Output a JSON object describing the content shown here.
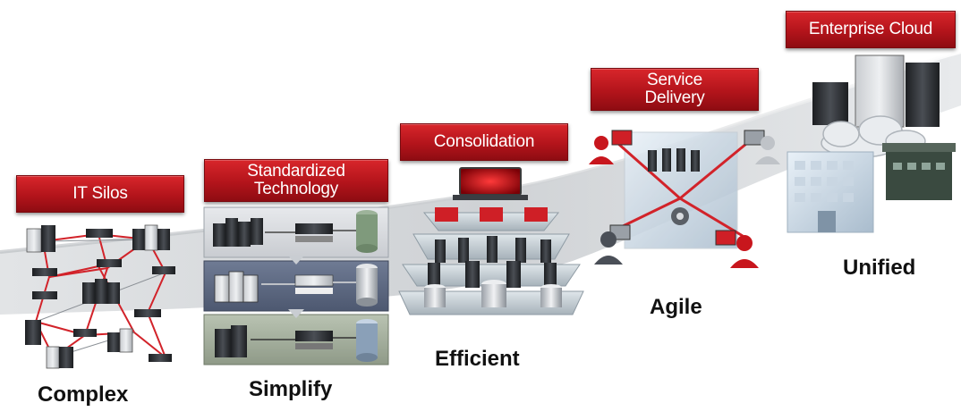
{
  "stages": [
    {
      "label": "IT Silos",
      "outcome": "Complex",
      "color": "#c0161d"
    },
    {
      "label": "Standardized\nTechnology",
      "outcome": "Simplify",
      "color": "#c0161d"
    },
    {
      "label": "Consolidation",
      "outcome": "Efficient",
      "color": "#c0161d"
    },
    {
      "label": "Service\nDelivery",
      "outcome": "Agile",
      "color": "#c0161d"
    },
    {
      "label": "Enterprise Cloud",
      "outcome": "Unified",
      "color": "#c0161d"
    }
  ],
  "colors": {
    "label_red": "#c0161d",
    "connector_red": "#d2232a",
    "ribbon_grey": "#d6d8da",
    "server_dark": "#2c2f33"
  },
  "icons": [
    "server-icon",
    "switch-icon",
    "database-icon",
    "user-icon",
    "gear-icon",
    "cloud-icon",
    "building-icon"
  ]
}
